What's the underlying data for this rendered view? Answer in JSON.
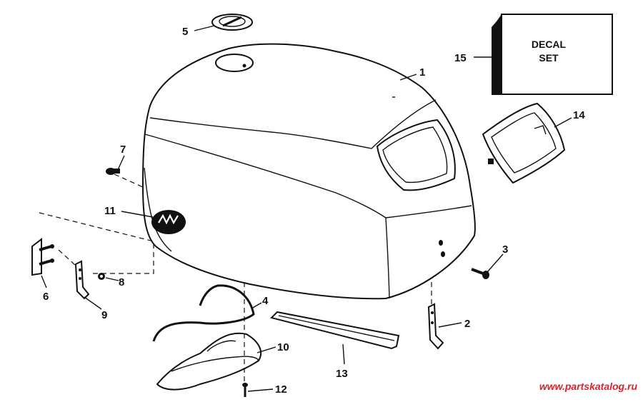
{
  "diagram": {
    "callouts": {
      "c1": "1",
      "c2": "2",
      "c3": "3",
      "c4": "4",
      "c5": "5",
      "c6": "6",
      "c7": "7",
      "c8": "8",
      "c9": "9",
      "c10": "10",
      "c11": "11",
      "c12": "12",
      "c13": "13",
      "c14": "14",
      "c15": "15"
    },
    "decal_box": {
      "line1": "DECAL",
      "line2": "SET"
    },
    "watermark": "www.partskatalog.ru"
  }
}
